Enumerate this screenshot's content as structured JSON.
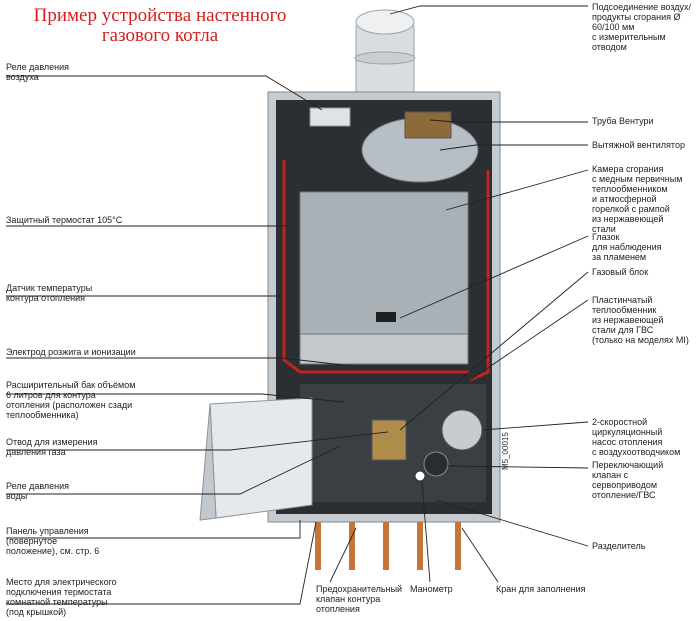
{
  "title": {
    "line1": "Пример устройства настенного",
    "line2": "газового котла"
  },
  "labels": {
    "air_pressure_relay": "Реле давления\nвоздуха",
    "safety_thermostat": "Защитный термостат 105°С",
    "heating_temp_sensor": "Датчик температуры\nконтура отопления",
    "ignition_electrode": "Электрод розжига и ионизации",
    "expansion_tank": "Расширительный бак объёмом\n6 литров для контура\nотопления (расположен сзади\nтеплообменника)",
    "gas_pressure_tap": "Отвод для измерения\nдавления газа",
    "water_pressure_relay": "Реле давления\nводы",
    "control_panel": "Панель управления\n(повёрнутое\nположение), см. стр. 6",
    "thermostat_connection": "Место для электрического\nподключения термостата\nкомнатной температуры\n(под крышкой)",
    "flue_connection": "Подсоединение воздух/\nпродукты сгорания Ø 60/100 мм\nс измерительным отводом",
    "venturi_tube": "Труба Вентури",
    "exhaust_fan": "Вытяжной вентилятор",
    "combustion_chamber": "Камера сгорания\nс медным первичным\nтеплообменником\nи атмосферной\nгорелкой с рампой\nиз нержавеющей\nстали",
    "flame_window": "Глазок\nдля наблюдения\nза пламенем",
    "gas_block": "Газовый блок",
    "plate_exchanger": "Пластинчатый\nтеплообменник\nиз нержавеющей\nстали для ГВС\n(только на моделях MI)",
    "circulation_pump": "2-скоростной\nциркуляционный\nнасос отопления\nс воздухоотводчиком",
    "switching_valve": "Переключающий\nклапан с\nсервоприводом\nотопление/ГВС",
    "separator": "Разделитель",
    "safety_valve": "Предохранительный\nклапан контура\nотопления",
    "manometer": "Манометр",
    "fill_tap": "Кран для заполнения"
  },
  "serial_number": "M5_00015",
  "colors": {
    "title": "#d41f1f",
    "leader": "#222222",
    "casing": "#9aa3ab",
    "inner": "#2b2f33",
    "chamber": "#a9b0b6",
    "copper": "#c8733a",
    "red_pipe": "#c0241c"
  }
}
